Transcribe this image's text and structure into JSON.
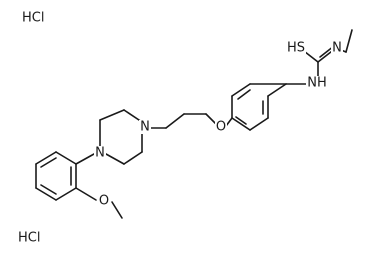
{
  "structure": {
    "salt_top": "HCl",
    "salt_bottom": "HCl",
    "atoms": {
      "sulfur": "HS",
      "imine_n": "N",
      "amine_nh": "NH",
      "ether_o": "O",
      "piperazine_n_top": "N",
      "piperazine_n_bottom": "N",
      "methoxy_o": "O"
    }
  }
}
